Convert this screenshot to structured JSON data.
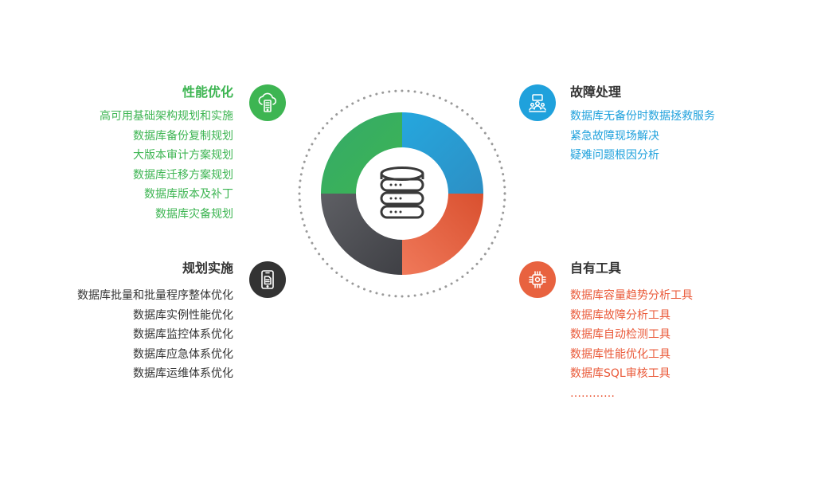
{
  "top_left": {
    "title": "性能优化",
    "icon": "cloud-server-icon",
    "items": [
      "高可用基础架构规划和实施",
      "数据库备份复制规划",
      "大版本审计方案规划",
      "数据库迁移方案规划",
      "数据库版本及补丁",
      "数据库灾备规划"
    ]
  },
  "bottom_left": {
    "title": "规划实施",
    "icon": "tablet-document-icon",
    "items": [
      "数据库批量和批量程序整体优化",
      "数据库实例性能优化",
      "数据库监控体系优化",
      "数据库应急体系优化",
      "数据库运维体系优化"
    ]
  },
  "top_right": {
    "title": "故障处理",
    "icon": "team-support-icon",
    "items": [
      "数据库无备份时数据拯救服务",
      "紧急故障现场解决",
      "疑难问题根因分析"
    ]
  },
  "bottom_right": {
    "title": "自有工具",
    "icon": "gear-chip-icon",
    "items": [
      "数据库容量趋势分析工具",
      "数据库故障分析工具",
      "数据库自动检测工具",
      "数据库性能优化工具",
      "数据库SQL审核工具",
      "…………"
    ]
  },
  "center": {
    "icon": "database-icon"
  },
  "colors": {
    "green": "#3db552",
    "blue": "#1fa1dc",
    "orange": "#e8623f",
    "dark": "#555559"
  }
}
